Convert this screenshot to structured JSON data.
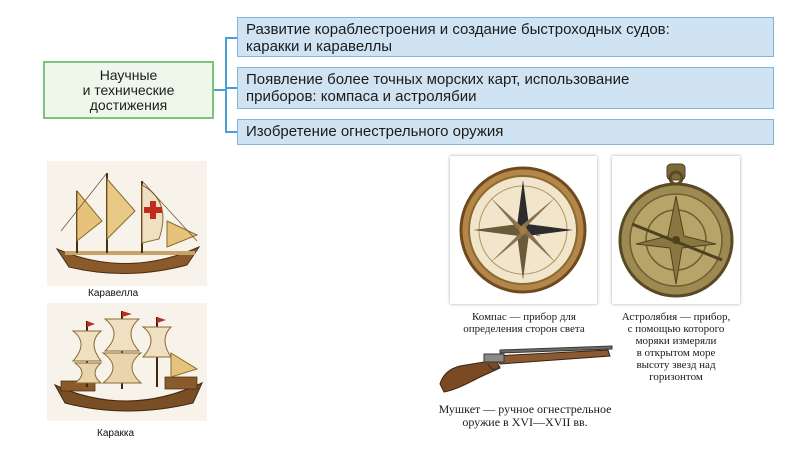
{
  "diagram": {
    "main_label": "Научные\nи технические\nдостижения",
    "items": [
      "Развитие кораблестроения и создание быстроходных судов:\nкаракки и каравеллы",
      "Появление более точных морских карт, использование\nприборов: компаса и астролябии",
      "Изобретение огнестрельного оружия"
    ]
  },
  "illustrations": {
    "caravel_caption": "Каравелла",
    "carrack_caption": "Каракка",
    "compass_caption": "Компас — прибор для\nопределения сторон света",
    "astrolabe_caption": "Астролябия — прибор,\nс помощью которого\nморяки измеряли\nв открытом море\nвысоту звезд над\nгоризонтом",
    "musket_caption": "Мушкет — ручное огнестрельное\nоружие в XVI—XVII вв."
  }
}
